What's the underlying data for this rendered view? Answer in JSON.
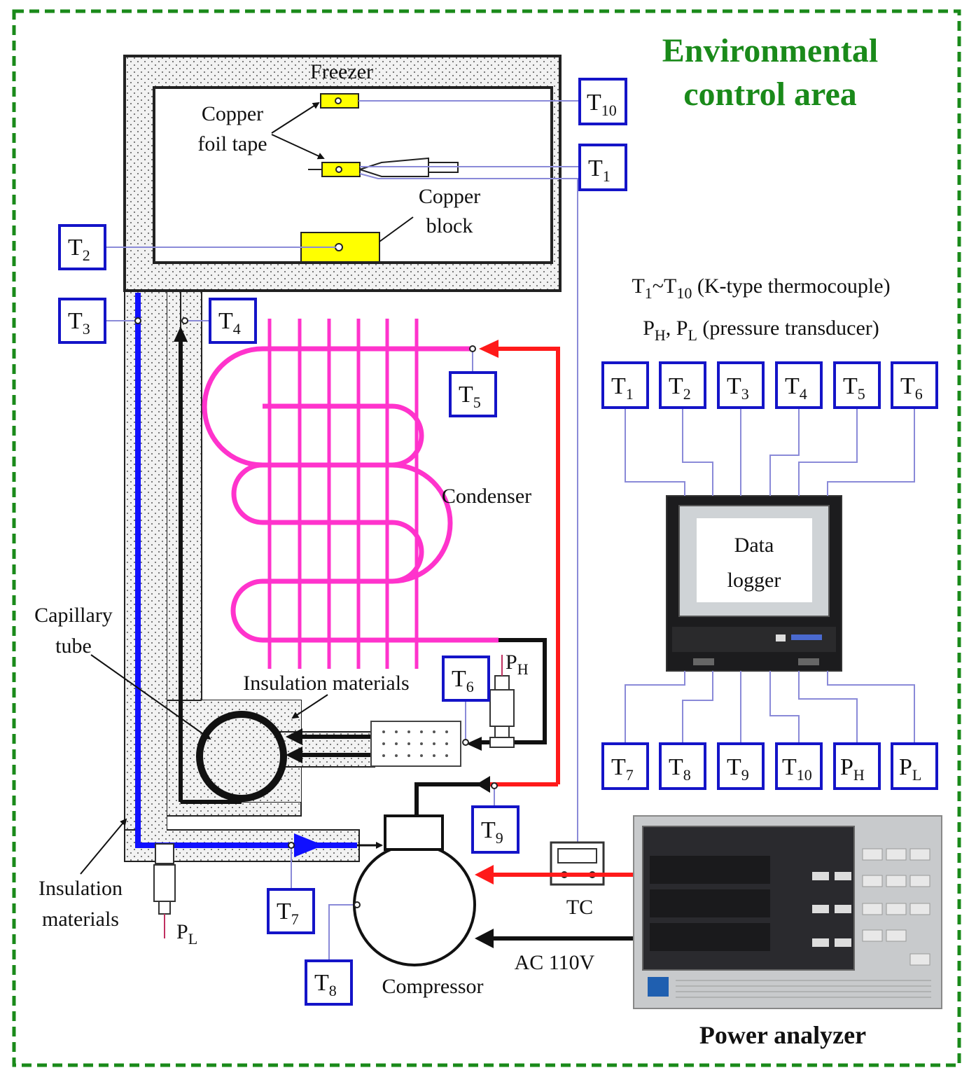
{
  "title_line1": "Environmental",
  "title_line2": "control area",
  "freezer": "Freezer",
  "copper_foil_1": "Copper",
  "copper_foil_2": "foil tape",
  "copper_block_1": "Copper",
  "copper_block_2": "block",
  "condenser": "Condenser",
  "capillary_1": "Capillary",
  "capillary_2": "tube",
  "insulation_center": "Insulation materials",
  "insulation_left_1": "Insulation",
  "insulation_left_2": "materials",
  "compressor": "Compressor",
  "ac": "AC 110V",
  "tc": "TC",
  "power_analyzer": "Power analyzer",
  "data_logger_1": "Data",
  "data_logger_2": "logger",
  "legend_1": {
    "a": "T",
    "a_sub": "1",
    "mid": "~T",
    "b_sub": "10",
    "rest": " (K-type thermocouple)"
  },
  "legend_2": {
    "a": "P",
    "a_sub": "H",
    "mid": ", P",
    "b_sub": "L",
    "rest": " (pressure transducer)"
  },
  "sensors": {
    "t1": {
      "m": "T",
      "s": "1"
    },
    "t2": {
      "m": "T",
      "s": "2"
    },
    "t3": {
      "m": "T",
      "s": "3"
    },
    "t4": {
      "m": "T",
      "s": "4"
    },
    "t5": {
      "m": "T",
      "s": "5"
    },
    "t6": {
      "m": "T",
      "s": "6"
    },
    "t7": {
      "m": "T",
      "s": "7"
    },
    "t8": {
      "m": "T",
      "s": "8"
    },
    "t9": {
      "m": "T",
      "s": "9"
    },
    "t10": {
      "m": "T",
      "s": "10"
    }
  },
  "logger_top": [
    {
      "m": "T",
      "s": "1"
    },
    {
      "m": "T",
      "s": "2"
    },
    {
      "m": "T",
      "s": "3"
    },
    {
      "m": "T",
      "s": "4"
    },
    {
      "m": "T",
      "s": "5"
    },
    {
      "m": "T",
      "s": "6"
    }
  ],
  "logger_bottom": [
    {
      "m": "T",
      "s": "7"
    },
    {
      "m": "T",
      "s": "8"
    },
    {
      "m": "T",
      "s": "9"
    },
    {
      "m": "T",
      "s": "10"
    },
    {
      "m": "P",
      "s": "H"
    },
    {
      "m": "P",
      "s": "L"
    }
  ],
  "ph": {
    "m": "P",
    "s": "H"
  },
  "pl": {
    "m": "P",
    "s": "L"
  },
  "colors": {
    "border_green": "#1a8a1a",
    "box_blue": "#1414c8",
    "condenser_magenta": "#ff33cc",
    "hot_red": "#ff1a1a",
    "cold_blue": "#1010ff"
  }
}
